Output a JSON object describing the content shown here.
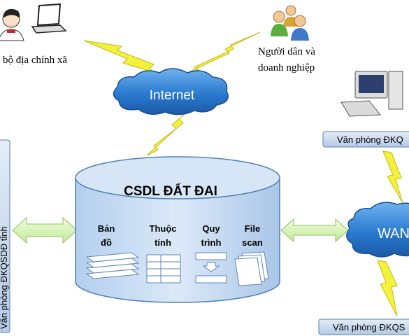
{
  "nodes": {
    "commune_official": {
      "label": "bộ địa chính xã"
    },
    "citizens": {
      "label_line1": "Người dân và",
      "label_line2": "doanh nghiệp"
    },
    "internet": {
      "label": "Internet"
    },
    "wan": {
      "label": "WAN"
    },
    "provincial_office": {
      "label": "Văn phòng ĐKQSDĐ tỉnh"
    },
    "district_office_top": {
      "label": "Văn phòng ĐKQ"
    },
    "district_office_bottom": {
      "label": "Văn phòng ĐKQS"
    }
  },
  "database": {
    "title": "CSDL  ĐẤT ĐAI",
    "components": [
      {
        "line1": "Bản",
        "line2": "đồ",
        "icon": "stacked-layers-icon"
      },
      {
        "line1": "Thuộc",
        "line2": "tính",
        "icon": "table-icon"
      },
      {
        "line1": "Quy",
        "line2": "trình",
        "icon": "process-flow-icon"
      },
      {
        "line1": "File",
        "line2": "scan",
        "icon": "scanned-pages-icon"
      }
    ]
  },
  "colors": {
    "cloud": "#2f7fd0",
    "cylinder": "#c6dcf3",
    "cylinder_edge": "#4e7fb8",
    "lightning": "#f3f13a",
    "arrow": "#d9f3b8",
    "office_bar": "#c9d9ee"
  }
}
